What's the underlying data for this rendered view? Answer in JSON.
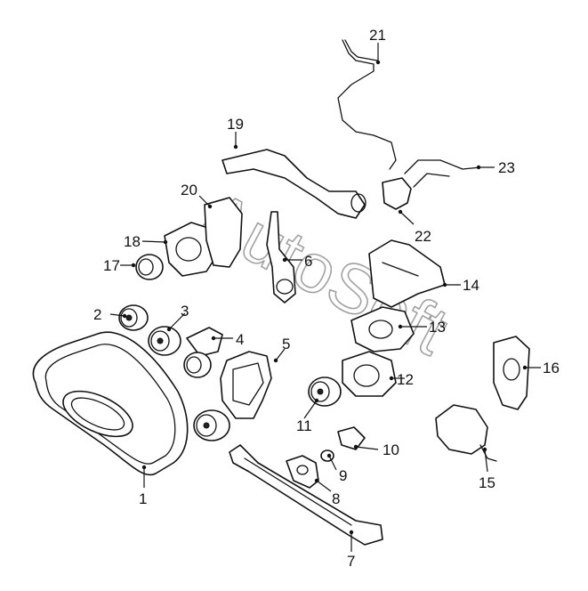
{
  "callouts": {
    "c1": "1",
    "c2": "2",
    "c3": "3",
    "c4": "4",
    "c5": "5",
    "c6": "6",
    "c7": "7",
    "c8": "8",
    "c9": "9",
    "c10": "10",
    "c11": "11",
    "c12": "12",
    "c13": "13",
    "c14": "14",
    "c15": "15",
    "c16": "16",
    "c17": "17",
    "c18": "18",
    "c19": "19",
    "c20": "20",
    "c21": "21",
    "c22": "22",
    "c23": "23"
  },
  "watermark": "AutoSoft",
  "colors": {
    "line": "#111111",
    "background": "#ffffff",
    "watermark": "#555555"
  }
}
